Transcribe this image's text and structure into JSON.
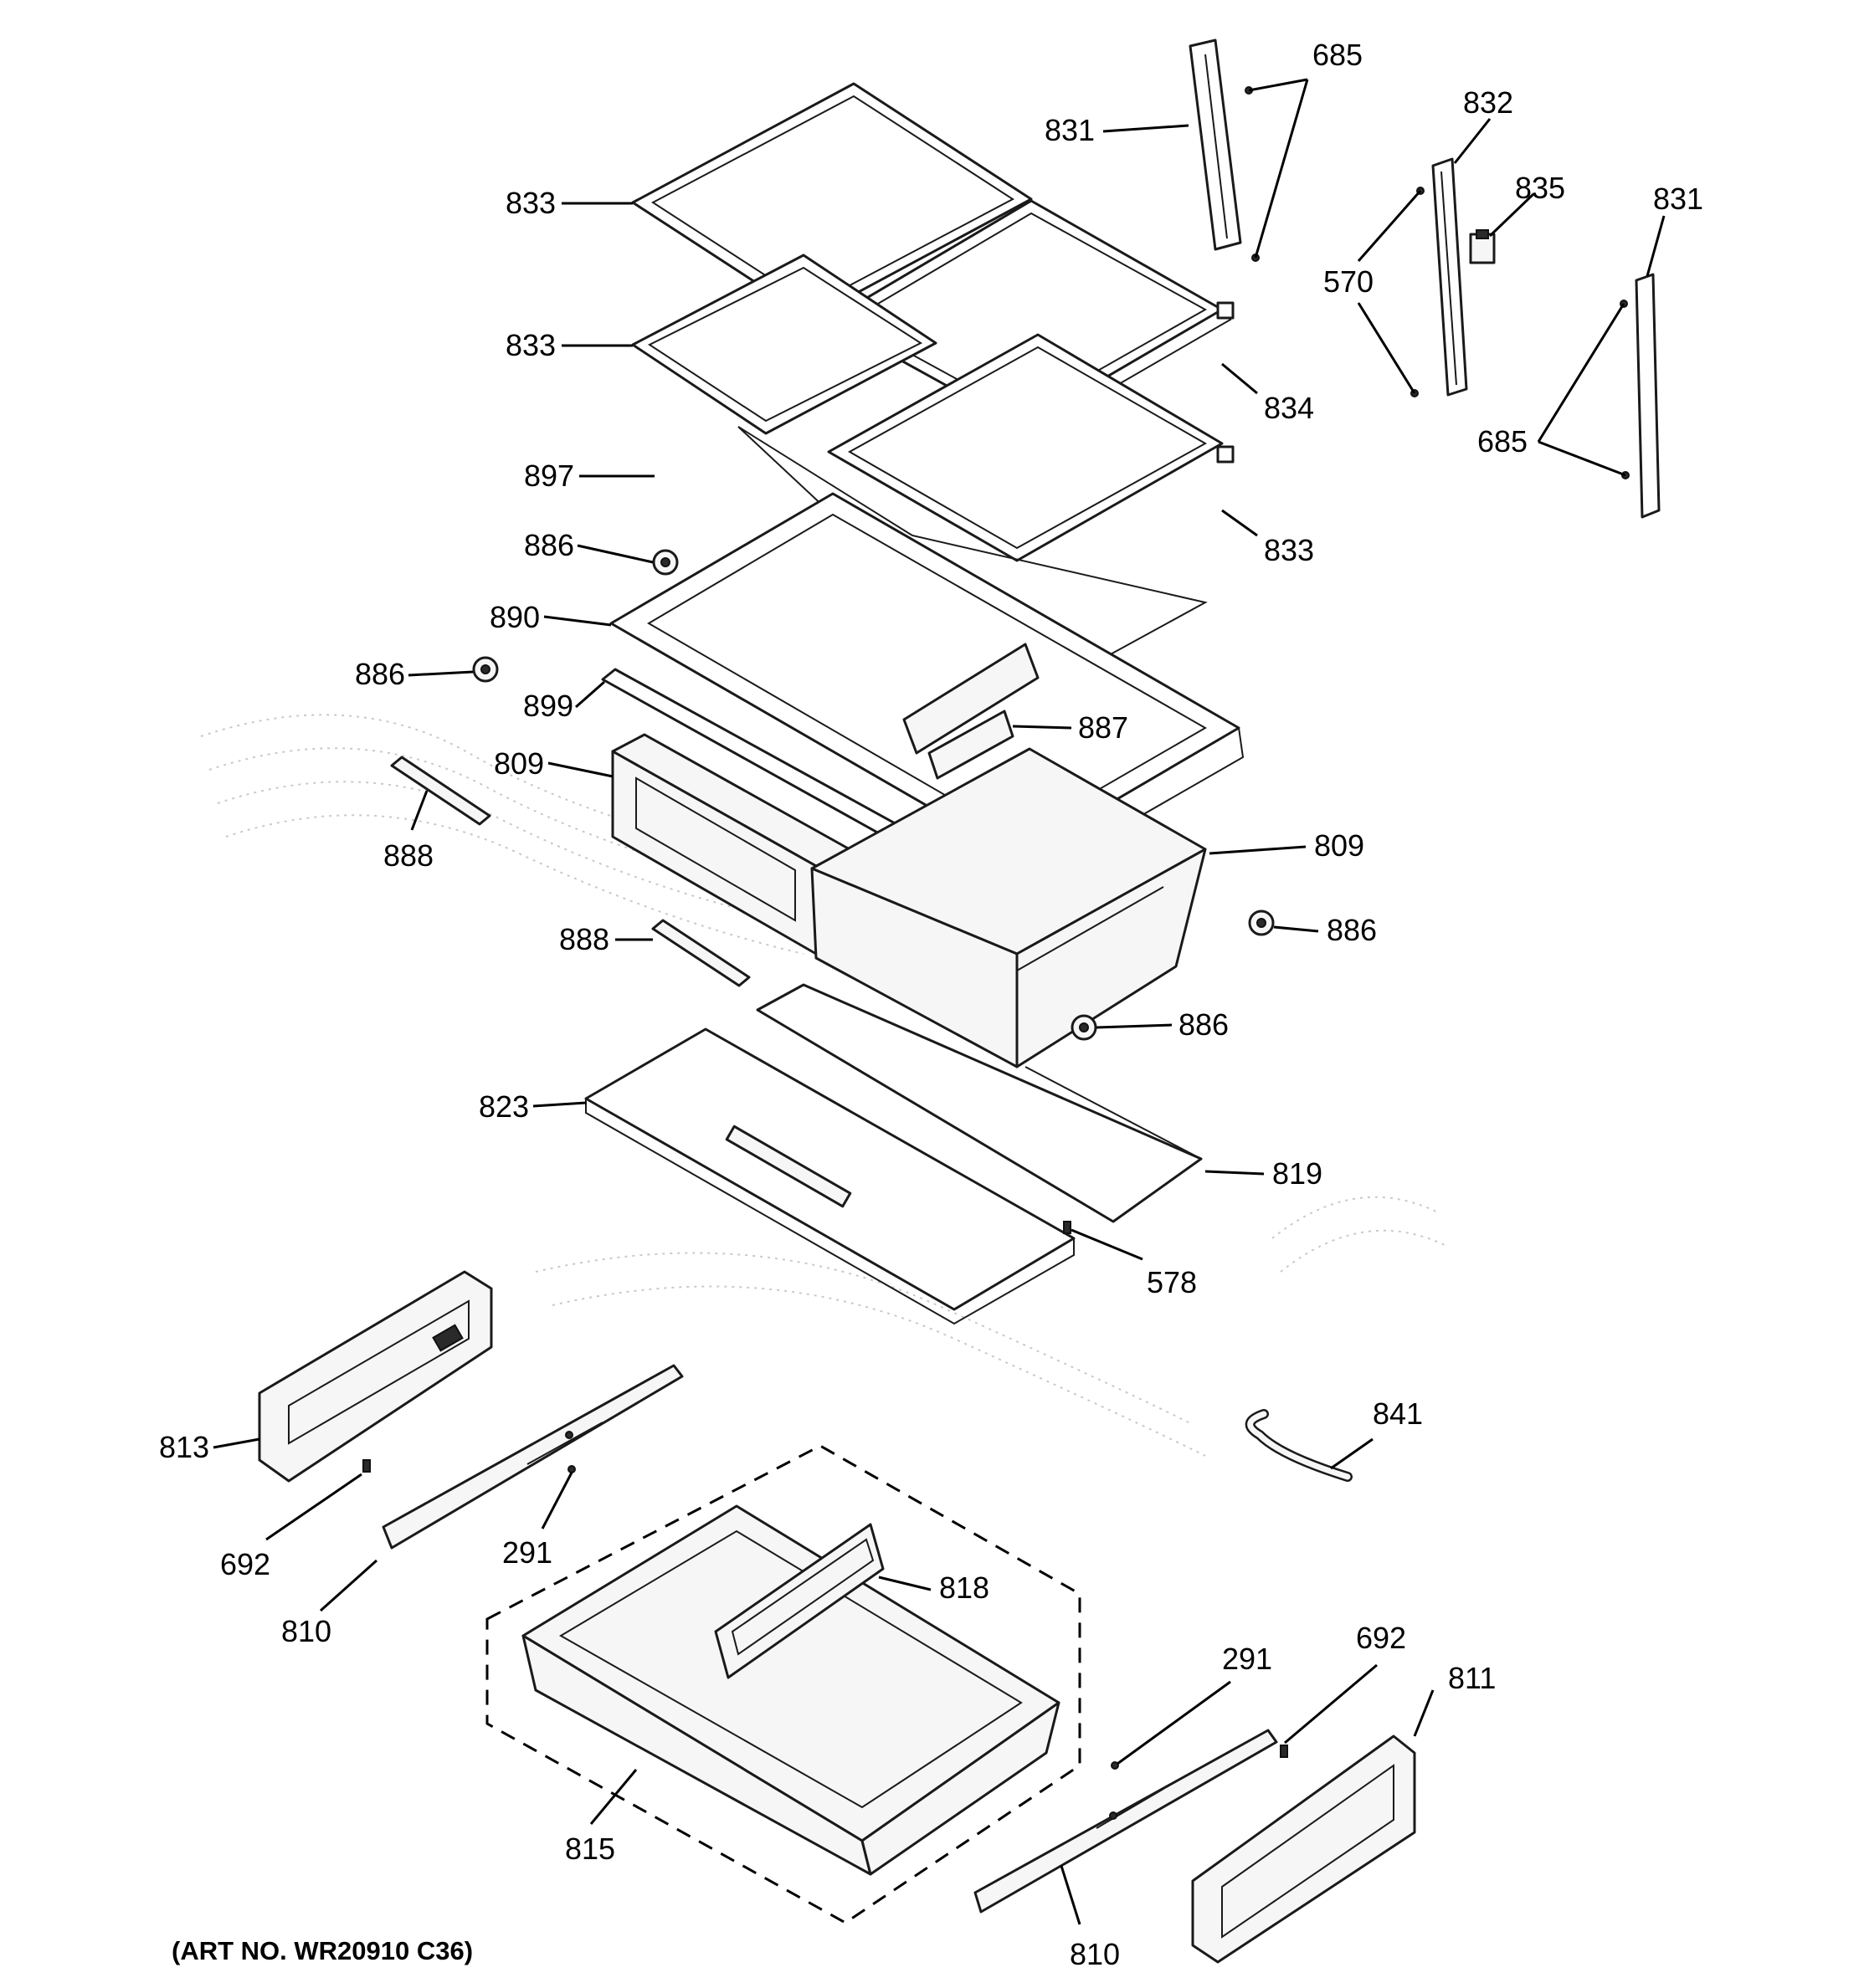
{
  "diagram": {
    "art_number": "(ART NO. WR20910 C36)",
    "callouts": [
      {
        "id": "685-top",
        "label": "685"
      },
      {
        "id": "831-top",
        "label": "831"
      },
      {
        "id": "832",
        "label": "832"
      },
      {
        "id": "835",
        "label": "835"
      },
      {
        "id": "831-right",
        "label": "831"
      },
      {
        "id": "570",
        "label": "570"
      },
      {
        "id": "833-a",
        "label": "833"
      },
      {
        "id": "833-b",
        "label": "833"
      },
      {
        "id": "834",
        "label": "834"
      },
      {
        "id": "685-right",
        "label": "685"
      },
      {
        "id": "897",
        "label": "897"
      },
      {
        "id": "833-c",
        "label": "833"
      },
      {
        "id": "886-a",
        "label": "886"
      },
      {
        "id": "890",
        "label": "890"
      },
      {
        "id": "886-b",
        "label": "886"
      },
      {
        "id": "899",
        "label": "899"
      },
      {
        "id": "887",
        "label": "887"
      },
      {
        "id": "809-left",
        "label": "809"
      },
      {
        "id": "888-a",
        "label": "888"
      },
      {
        "id": "809-right",
        "label": "809"
      },
      {
        "id": "886-c",
        "label": "886"
      },
      {
        "id": "888-b",
        "label": "888"
      },
      {
        "id": "886-d",
        "label": "886"
      },
      {
        "id": "823",
        "label": "823"
      },
      {
        "id": "819",
        "label": "819"
      },
      {
        "id": "578",
        "label": "578"
      },
      {
        "id": "841",
        "label": "841"
      },
      {
        "id": "813",
        "label": "813"
      },
      {
        "id": "692-left",
        "label": "692"
      },
      {
        "id": "291-left",
        "label": "291"
      },
      {
        "id": "818",
        "label": "818"
      },
      {
        "id": "810-left",
        "label": "810"
      },
      {
        "id": "291-right",
        "label": "291"
      },
      {
        "id": "692-right",
        "label": "692"
      },
      {
        "id": "811",
        "label": "811"
      },
      {
        "id": "815",
        "label": "815"
      },
      {
        "id": "810-bottom",
        "label": "810"
      }
    ]
  }
}
